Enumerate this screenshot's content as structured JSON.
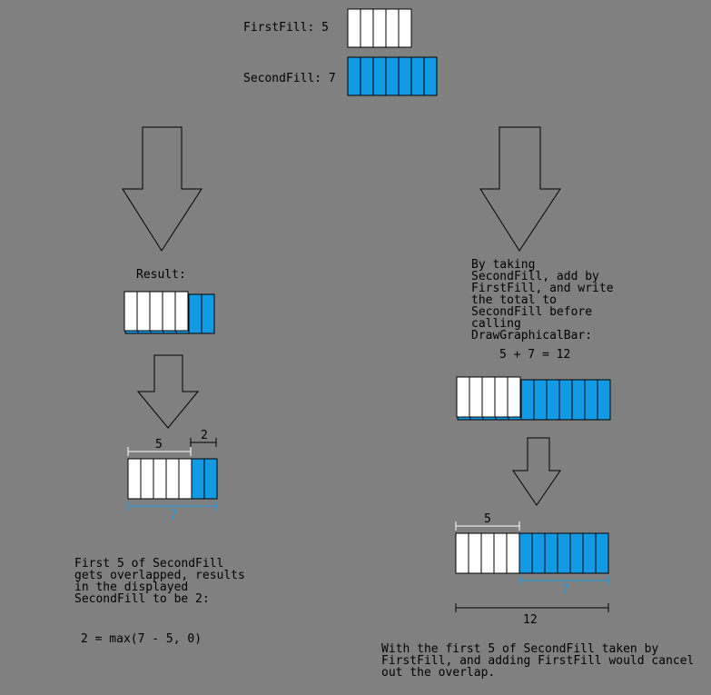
{
  "colors": {
    "background": "#808080",
    "filled": "#129be5",
    "empty": "#ffffff",
    "dimension_blue": "#1a9be8",
    "dimension_white": "#ffffff"
  },
  "inputs": {
    "first_fill_label": "FirstFill: 5",
    "second_fill_label": "SecondFill: 7",
    "first_fill": 5,
    "second_fill": 7
  },
  "left_branch": {
    "result_label": "Result:",
    "dim_first": "5",
    "dim_visible": "2",
    "dim_second": "7",
    "explanation": "First 5 of SecondFill\ngets overlapped, results\nin the displayed\nSecondFill to be 2:",
    "formula": "2 = max(7 - 5, 0)"
  },
  "right_branch": {
    "explanation": "By taking\nSecondFill, add by\nFirstFill, and write\nthe total to\nSecondFill before\ncalling\nDrawGraphicalBar:",
    "sum": "5 + 7 = 12",
    "dim_first": "5",
    "dim_second": "7",
    "dim_total": "12",
    "conclusion": "With the first 5 of SecondFill taken by\nFirstFill, and adding FirstFill would cancel\nout the overlap."
  }
}
